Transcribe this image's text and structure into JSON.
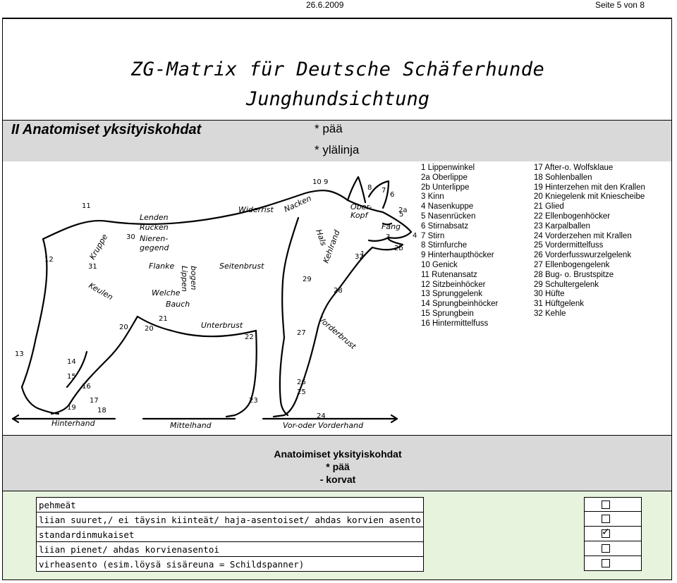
{
  "header": {
    "date": "26.6.2009",
    "page": "Seite 5 von 8"
  },
  "title": {
    "line1": "ZG-Matrix für Deutsche Schäferhunde",
    "line2": "Junghundsichtung"
  },
  "section": {
    "title": "II Anatomiset yksityiskohdat",
    "items": [
      "* pää",
      "* ylälinja"
    ]
  },
  "diagram": {
    "labels": [
      "Lenden",
      "Rücken",
      "Widerrist",
      "Nacken",
      "Ober-",
      "Kopf",
      "Fang",
      "Kruppe",
      "Nieren-",
      "gegend",
      "Flanke",
      "Seitenbrust",
      "Hals",
      "Kehlrand",
      "Keulen",
      "Welche",
      "Bauch",
      "Lippen",
      "bogen",
      "Unterbrust",
      "Vorderbrust",
      "Hinterhand",
      "Mittelhand",
      "Vor-oder Vorderhand"
    ],
    "numbers": [
      "1",
      "2a",
      "2b",
      "3",
      "4",
      "5",
      "6",
      "7",
      "8",
      "9",
      "10",
      "11",
      "12",
      "13",
      "14",
      "15",
      "16",
      "17",
      "18",
      "19",
      "20",
      "20",
      "21",
      "22",
      "23",
      "24",
      "25",
      "26",
      "27",
      "28",
      "29",
      "30",
      "31",
      "32"
    ]
  },
  "legend": {
    "left": [
      "1  Lippenwinkel",
      "2a Oberlippe",
      "2b Unterlippe",
      "3  Kinn",
      "4  Nasenkuppe",
      "5  Nasenrücken",
      "6  Stirnabsatz",
      "7  Stirn",
      "8  Stirnfurche",
      "9  Hinterhaupthöcker",
      "10 Genick",
      "11 Rutenansatz",
      "12 Sitzbeinhöcker",
      "13 Sprunggelenk",
      "14 Sprungbeinhöcker",
      "15 Sprungbein",
      "16 Hintermittelfuss"
    ],
    "right": [
      "17 After-o. Wolfsklaue",
      "18 Sohlenballen",
      "19 Hinterzehen mit den Krallen",
      "20 Kniegelenk mit Kniescheibe",
      "21 Glied",
      "22 Ellenbogenhöcker",
      "23 Karpalballen",
      "24 Vorderzehen mit Krallen",
      "25 Vordermittelfuss",
      "26 Vorderfusswurzelgelenk",
      "27 Ellenbogengelenk",
      "28 Bug- o. Brustspitze",
      "29 Schultergelenk",
      "30 Hüfte",
      "31 Hüftgelenk",
      "32 Kehle"
    ]
  },
  "ears": {
    "heading": "Anatoimiset yksityiskohdat",
    "item": "* pää",
    "sub": "- korvat"
  },
  "options": [
    {
      "label": "pehmeät",
      "checked": false
    },
    {
      "label": "liian suuret,/ ei täysin kiinteät/ haja-asentoiset/ ahdas korvien asento",
      "checked": false
    },
    {
      "label": "standardinmukaiset",
      "checked": true
    },
    {
      "label": "liian pienet/ ahdas korvienasentoi",
      "checked": false
    },
    {
      "label": "virheasento (esim.löysä sisäreuna = Schildspanner)",
      "checked": false
    }
  ],
  "check_mark": "✓"
}
